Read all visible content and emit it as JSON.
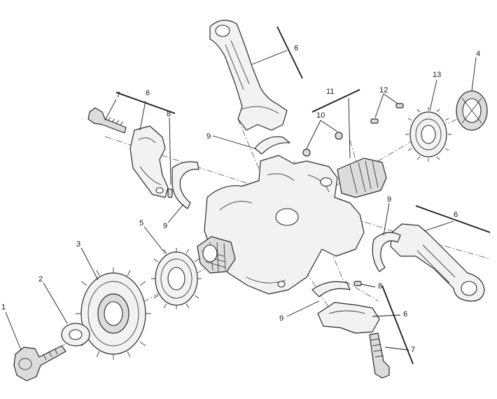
{
  "diagram": {
    "callouts": {
      "c1": "1",
      "c2": "2",
      "c3": "3",
      "c4": "4",
      "c5": "5",
      "c6_top": "6",
      "c6_left": "6",
      "c6_right": "6",
      "c6_bottom": "6",
      "c7_left": "7",
      "c7_bottom": "7",
      "c8_left": "8",
      "c8_bottom": "8",
      "c9_top": "9",
      "c9_left": "9",
      "c9_right": "9",
      "c9_bottom": "9",
      "c10": "10",
      "c11": "11",
      "c12": "12",
      "c13": "13"
    }
  }
}
